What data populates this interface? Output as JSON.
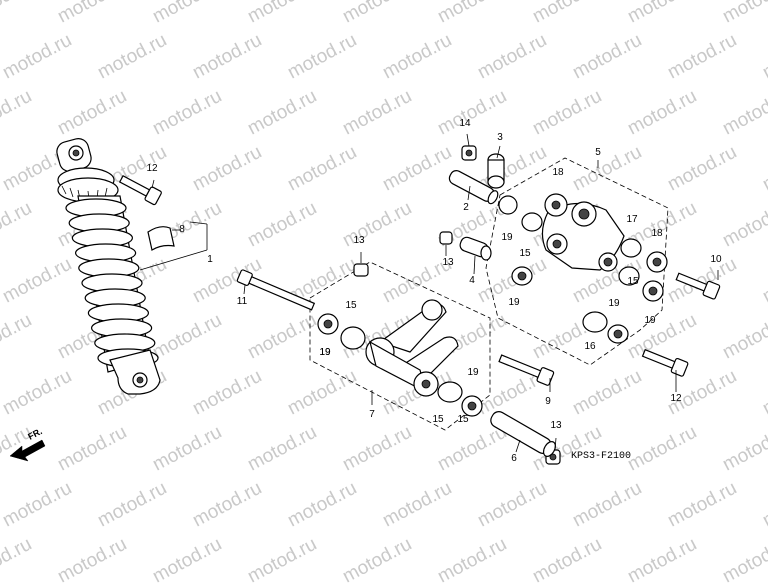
{
  "watermark": {
    "text": "motod.ru"
  },
  "diagram": {
    "code": "KPS3-F2100",
    "front_marker": "FR.",
    "callouts": [
      {
        "label": "1"
      },
      {
        "label": "2"
      },
      {
        "label": "3"
      },
      {
        "label": "4"
      },
      {
        "label": "5"
      },
      {
        "label": "6"
      },
      {
        "label": "7"
      },
      {
        "label": "8"
      },
      {
        "label": "9"
      },
      {
        "label": "10"
      },
      {
        "label": "11"
      },
      {
        "label": "12"
      },
      {
        "label": "12"
      },
      {
        "label": "13"
      },
      {
        "label": "13"
      },
      {
        "label": "13"
      },
      {
        "label": "14"
      },
      {
        "label": "15"
      },
      {
        "label": "15"
      },
      {
        "label": "15"
      },
      {
        "label": "15"
      },
      {
        "label": "15"
      },
      {
        "label": "16"
      },
      {
        "label": "17"
      },
      {
        "label": "18"
      },
      {
        "label": "18"
      },
      {
        "label": "19"
      },
      {
        "label": "19"
      },
      {
        "label": "19"
      },
      {
        "label": "19"
      },
      {
        "label": "19"
      },
      {
        "label": "19"
      },
      {
        "label": "19"
      }
    ]
  }
}
